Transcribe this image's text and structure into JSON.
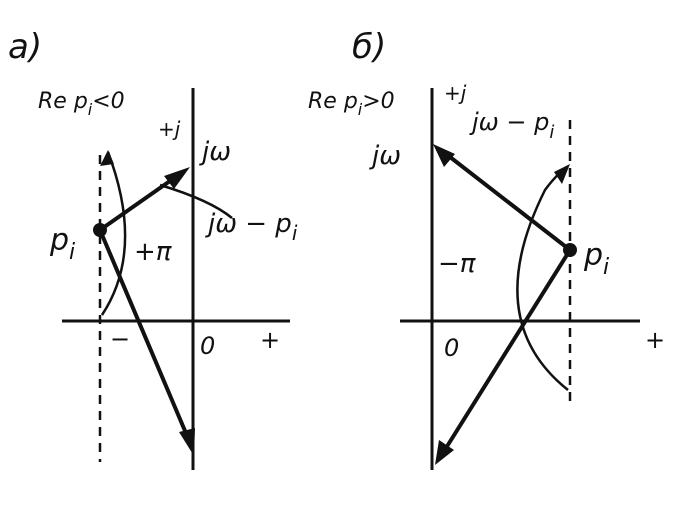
{
  "panels": [
    {
      "id": "a",
      "label": "а)",
      "condition": "Re p",
      "condition_sub": "i",
      "condition_rel": "<0",
      "plus_j": "+j",
      "jw": "jω",
      "vector_label": "jω − p",
      "vector_label_sub": "i",
      "pole": "p",
      "pole_sub": "i",
      "angle": "+π",
      "minus": "−",
      "origin": "0",
      "plus": "+"
    },
    {
      "id": "b",
      "label": "б)",
      "condition": "Re p",
      "condition_sub": "i",
      "condition_rel": ">0",
      "plus_j": "+j",
      "jw": "jω",
      "vector_label": "jω − p",
      "vector_label_sub": "i",
      "pole": "p",
      "pole_sub": "i",
      "angle": "−π",
      "origin": "0",
      "plus": "+"
    }
  ],
  "colors": {
    "ink": "#111111",
    "paper": "#ffffff"
  }
}
